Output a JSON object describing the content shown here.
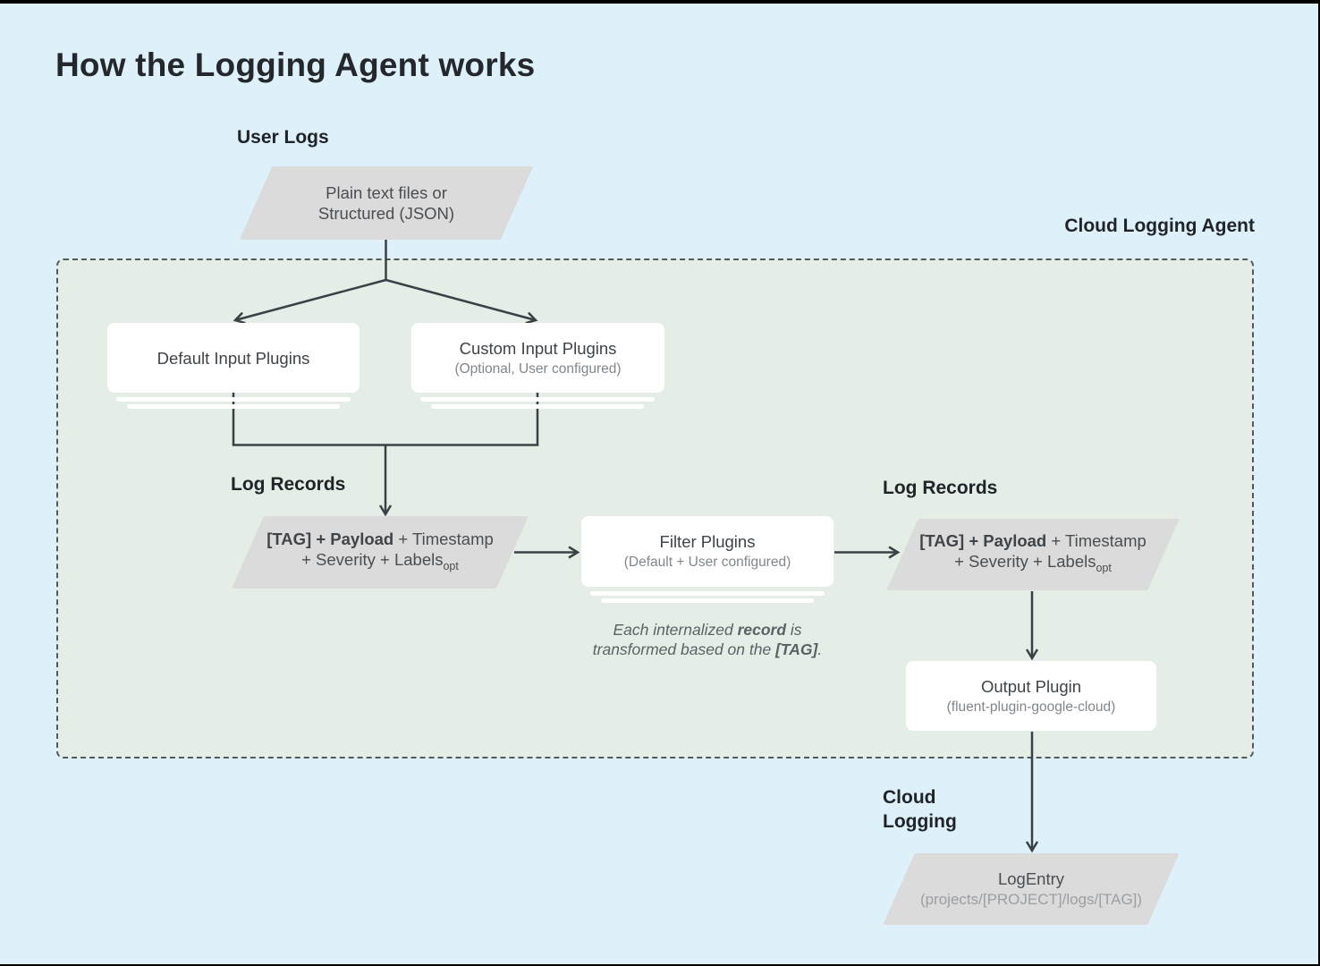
{
  "title": "How the Logging Agent works",
  "labels": {
    "user_logs": "User Logs",
    "cloud_logging_agent": "Cloud Logging Agent",
    "log_records_left": "Log Records",
    "log_records_right": "Log Records",
    "cloud_logging_line1": "Cloud",
    "cloud_logging_line2": "Logging"
  },
  "nodes": {
    "user_input": {
      "line1": "Plain text files or",
      "line2": "Structured (JSON)"
    },
    "default_input_plugins": {
      "title": "Default Input Plugins"
    },
    "custom_input_plugins": {
      "title": "Custom Input Plugins",
      "subtitle": "(Optional, User configured)"
    },
    "log_record_left": {
      "bold": "[TAG] + Payload",
      "rest": " + Timestamp",
      "line2": "+ Severity + Labels",
      "sub": "opt"
    },
    "filter_plugins": {
      "title": "Filter Plugins",
      "subtitle": "(Default + User configured)"
    },
    "log_record_right": {
      "bold": "[TAG] + Payload",
      "rest": " + Timestamp",
      "line2": "+ Severity + Labels",
      "sub": "opt"
    },
    "output_plugin": {
      "title": "Output Plugin",
      "subtitle": "(fluent-plugin-google-cloud)"
    },
    "log_entry": {
      "title": "LogEntry",
      "subtitle": "(projects/[PROJECT]/logs/[TAG])"
    }
  },
  "note": {
    "line1_pre": "Each internalized ",
    "line1_bold": "record",
    "line1_post": " is",
    "line2_pre": "transformed based on the ",
    "line2_bold": "[TAG]",
    "line2_post": "."
  },
  "colors": {
    "page_bg": "#def1fb",
    "agent_box_bg": "#e4eee6",
    "agent_box_border": "#53585e",
    "node_bg": "#ffffff",
    "parallelogram_bg": "#dbdbdb",
    "arrow": "#3a4045",
    "text_dark": "#3f4449",
    "text_gray": "#80868b",
    "frame": "#000000"
  }
}
